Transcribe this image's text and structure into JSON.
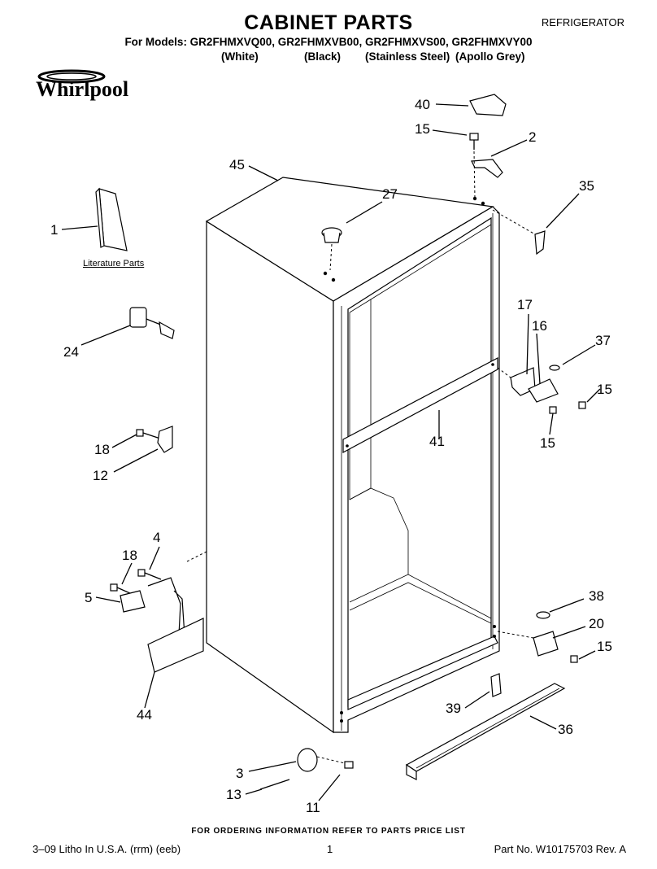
{
  "header": {
    "title": "CABINET PARTS",
    "category": "REFRIGERATOR",
    "models_line": "For Models: GR2FHMXVQ00, GR2FHMXVB00, GR2FHMXVS00, GR2FHMXVY00",
    "colors": [
      "(White)",
      "(Black)",
      "(Stainless Steel)",
      "(Apollo Grey)"
    ]
  },
  "brand": {
    "logo_text": "Whirlpool"
  },
  "literature_label": "Literature Parts",
  "callouts": {
    "c1": "1",
    "c2": "2",
    "c3": "3",
    "c4": "4",
    "c5": "5",
    "c11": "11",
    "c12": "12",
    "c13": "13",
    "c15a": "15",
    "c15b": "15",
    "c15c": "15",
    "c15d": "15",
    "c16": "16",
    "c17": "17",
    "c18a": "18",
    "c18b": "18",
    "c20": "20",
    "c24": "24",
    "c27": "27",
    "c35": "35",
    "c36": "36",
    "c37": "37",
    "c38": "38",
    "c39": "39",
    "c40": "40",
    "c41": "41",
    "c44": "44",
    "c45": "45"
  },
  "footer": {
    "order_note": "FOR ORDERING INFORMATION REFER TO PARTS PRICE LIST",
    "left": "3–09 Litho In U.S.A. (rrm) (eeb)",
    "page": "1",
    "part_no": "Part No. W10175703 Rev. A"
  }
}
